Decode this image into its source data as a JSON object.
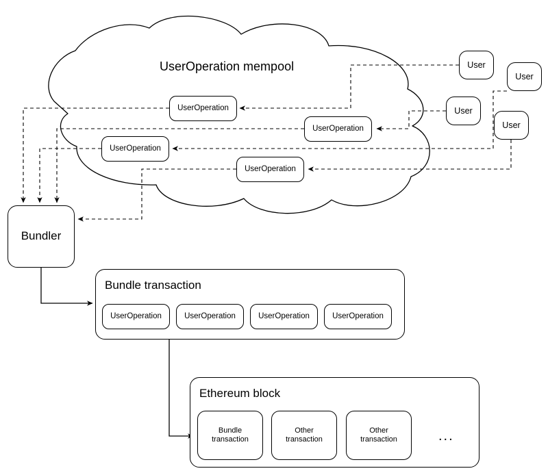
{
  "diagram": {
    "title": "UserOperation mempool",
    "colors": {
      "stroke": "#000000",
      "fill": "#ffffff",
      "background": "#ffffff"
    }
  },
  "mempool": {
    "label": "UserOperation mempool",
    "shape": "cloud-icon",
    "userops": [
      {
        "label": "UserOperation"
      },
      {
        "label": "UserOperation"
      },
      {
        "label": "UserOperation"
      },
      {
        "label": "UserOperation"
      }
    ]
  },
  "users": [
    {
      "label": "User"
    },
    {
      "label": "User"
    },
    {
      "label": "User"
    },
    {
      "label": "User"
    }
  ],
  "bundler": {
    "label": "Bundler"
  },
  "bundle_transaction": {
    "title": "Bundle transaction",
    "userops": [
      {
        "label": "UserOperation"
      },
      {
        "label": "UserOperation"
      },
      {
        "label": "UserOperation"
      },
      {
        "label": "UserOperation"
      }
    ]
  },
  "ethereum_block": {
    "title": "Ethereum block",
    "transactions": [
      {
        "label": "Bundle\ntransaction",
        "line1": "Bundle",
        "line2": "transaction"
      },
      {
        "label": "Other\ntransaction",
        "line1": "Other",
        "line2": "transaction"
      },
      {
        "label": "Other\ntransaction",
        "line1": "Other",
        "line2": "transaction"
      }
    ],
    "overflow_indicator": "..."
  }
}
